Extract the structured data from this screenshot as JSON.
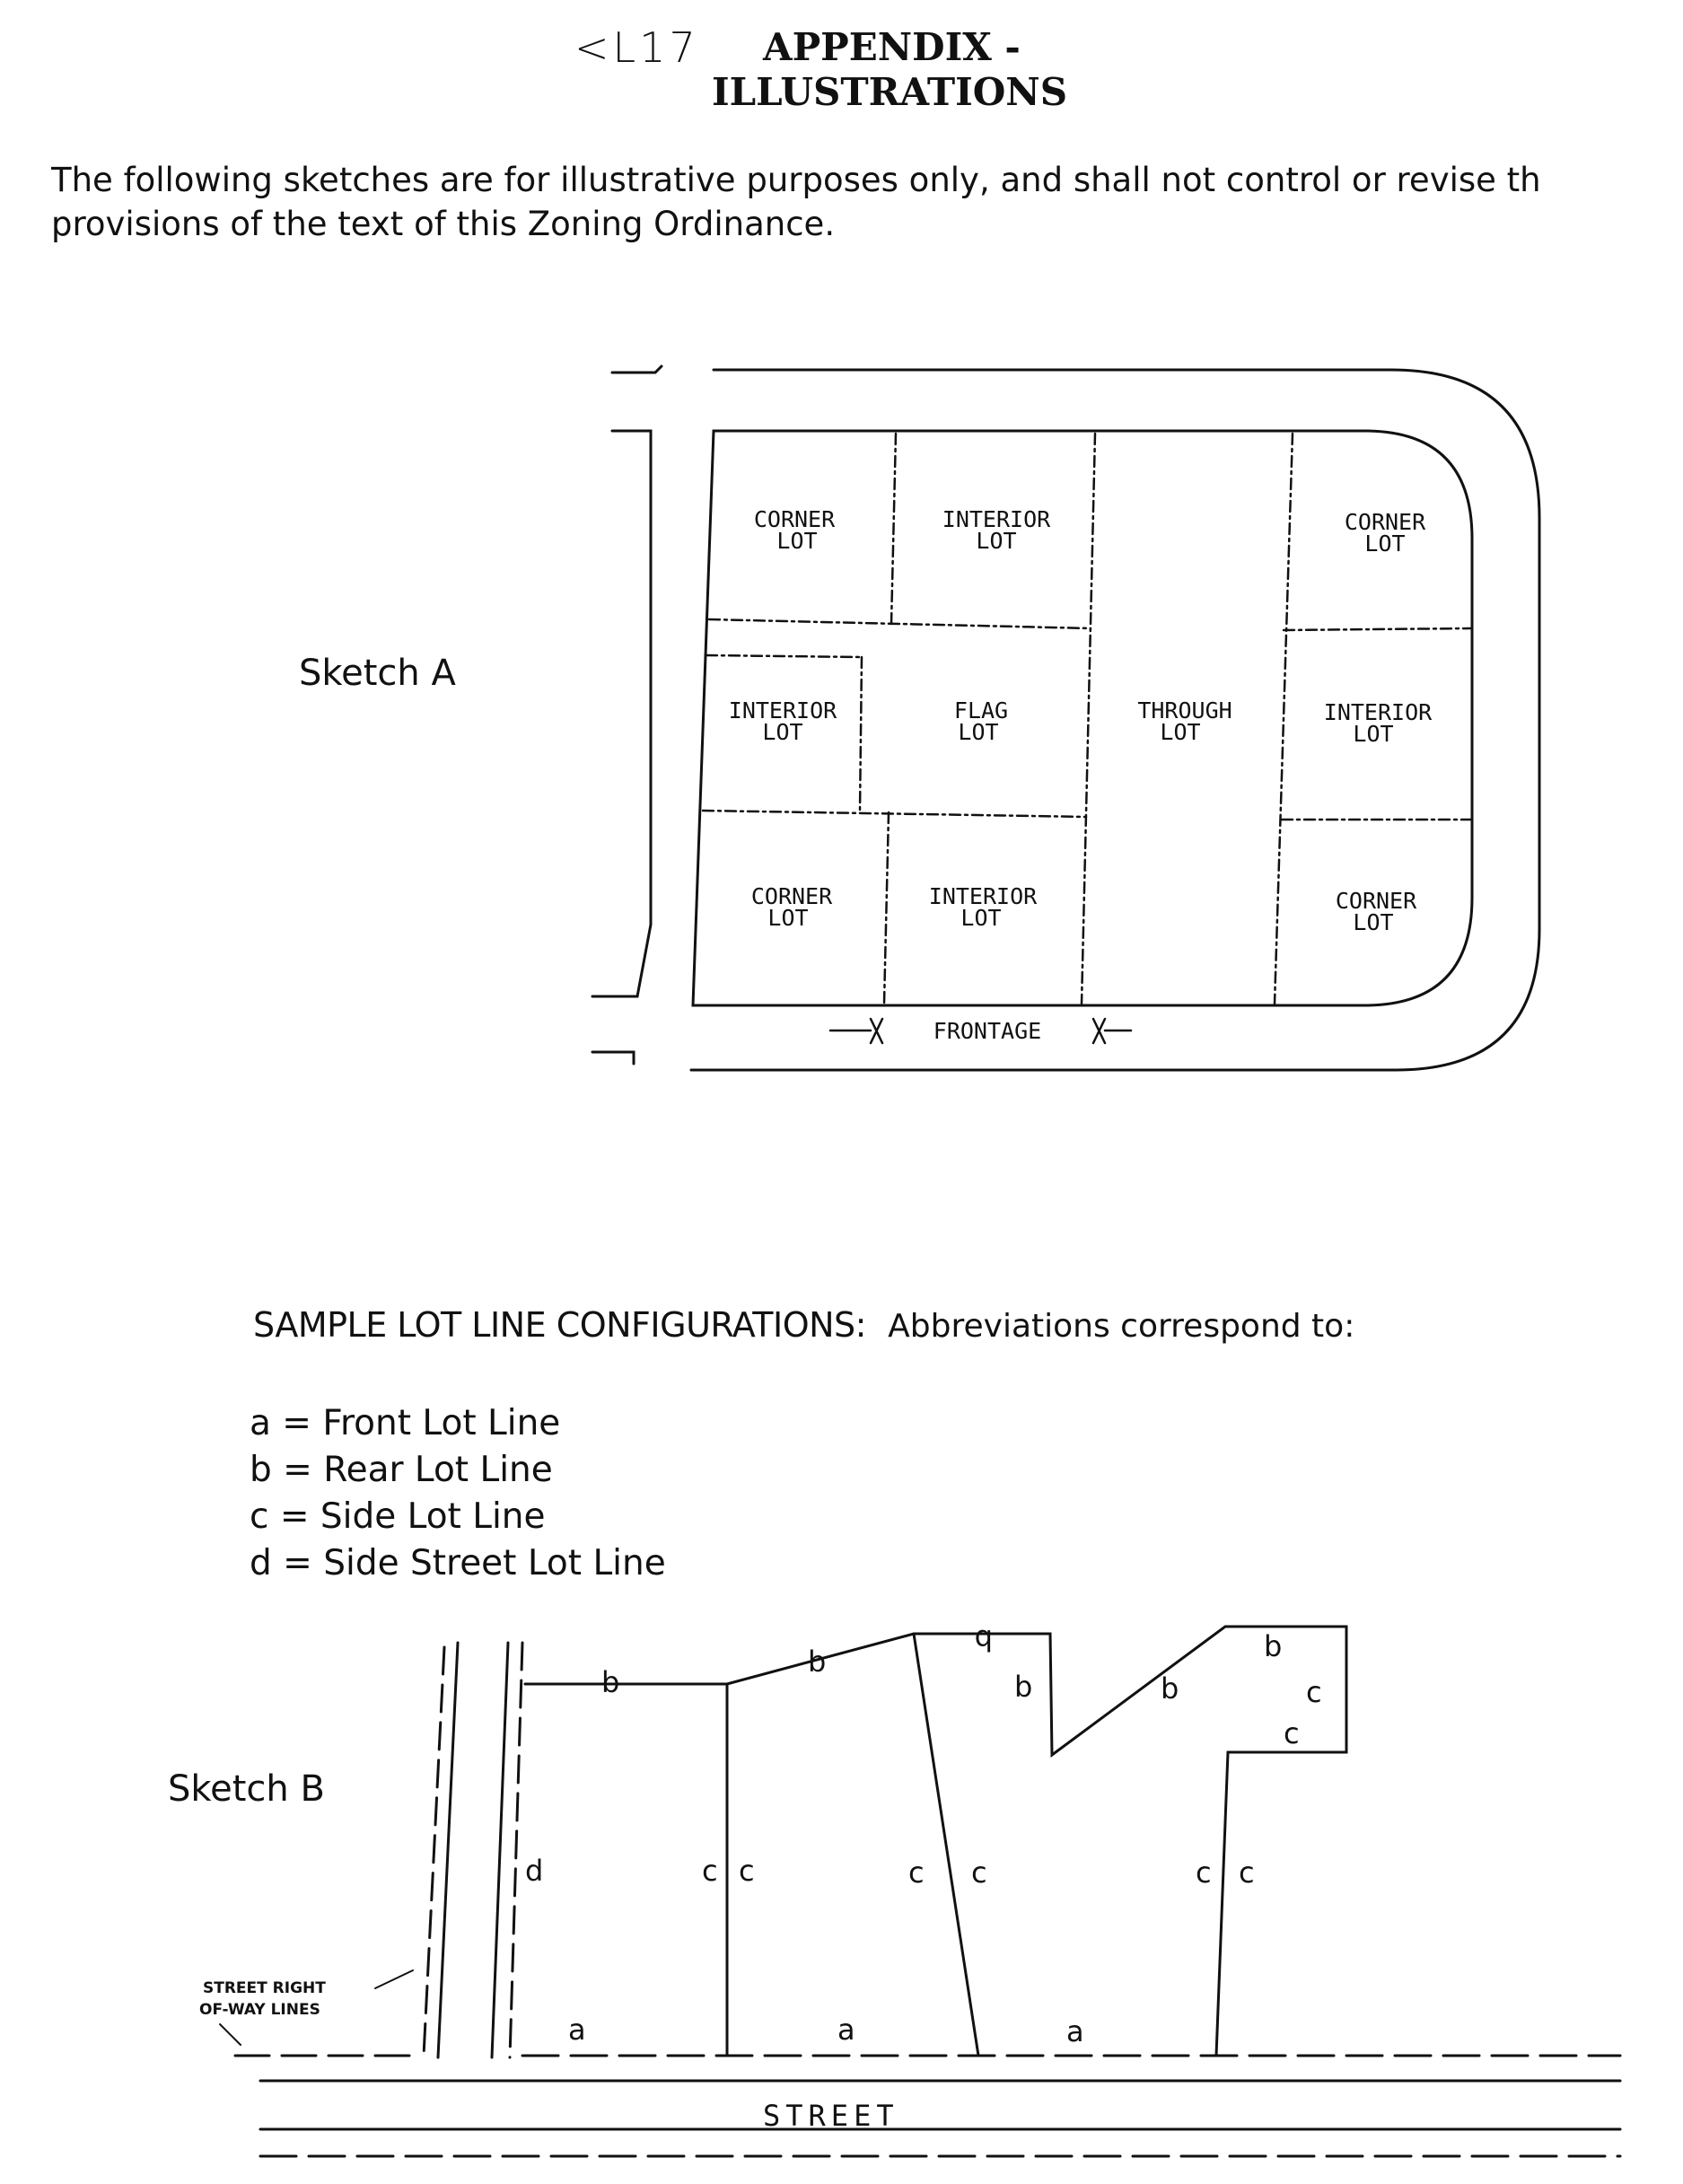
{
  "header": {
    "handwritten_mark": "<L17",
    "title_line1": "APPENDIX -",
    "title_line2": "ILLUSTRATIONS"
  },
  "intro": {
    "line1": "The following sketches are for illustrative purposes only, and shall not control or revise th",
    "line2": "provisions of the text of this Zoning Ordinance."
  },
  "sketch_a": {
    "label": "Sketch A",
    "lots": {
      "corner_top_left": [
        "CORNER",
        "LOT"
      ],
      "interior_top": [
        "INTERIOR",
        "LOT"
      ],
      "corner_top_right": [
        "CORNER",
        "LOT"
      ],
      "interior_mid_left": [
        "INTERIOR",
        "LOT"
      ],
      "flag": [
        "FLAG",
        "LOT"
      ],
      "through": [
        "THROUGH",
        "LOT"
      ],
      "interior_mid_right": [
        "INTERIOR",
        "LOT"
      ],
      "corner_bottom_left": [
        "CORNER",
        "LOT"
      ],
      "interior_bottom": [
        "INTERIOR",
        "LOT"
      ],
      "corner_bottom_right": [
        "CORNER",
        "LOT"
      ]
    },
    "frontage": "FRONTAGE"
  },
  "sample": {
    "heading": "SAMPLE LOT LINE CONFIGURATIONS:",
    "heading_suffix": "Abbreviations correspond to:",
    "legend": [
      "a = Front Lot Line",
      "b = Rear Lot Line",
      "c = Side Lot Line",
      "d = Side Street Lot Line"
    ]
  },
  "sketch_b": {
    "label": "Sketch B",
    "letters": {
      "a": "a",
      "b": "b",
      "c": "c",
      "d": "d"
    },
    "row_label_line1": "STREET RIGHT",
    "row_label_line2": "OF-WAY LINES",
    "street": "STREET"
  }
}
